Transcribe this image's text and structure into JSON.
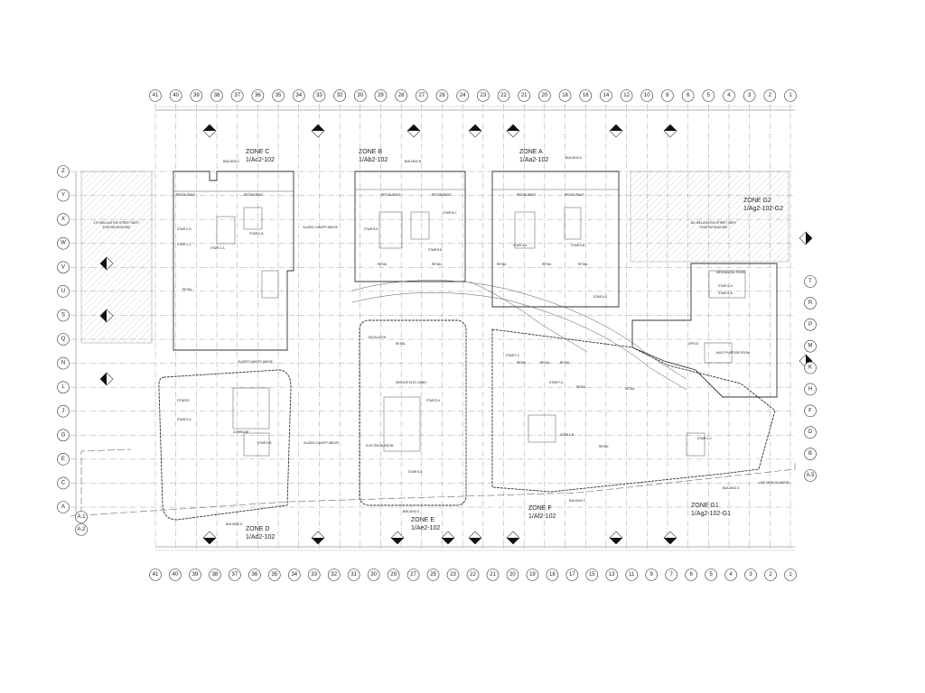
{
  "grid": {
    "columns": [
      "41",
      "40",
      "39",
      "38",
      "37",
      "36",
      "35",
      "34",
      "33",
      "32",
      "31",
      "30",
      "29",
      "28",
      "27",
      "26",
      "25",
      "24",
      "23",
      "22",
      "21",
      "20",
      "19",
      "18",
      "17",
      "16",
      "15",
      "14",
      "13",
      "12",
      "11",
      "10",
      "9",
      "8",
      "7",
      "6",
      "5",
      "4",
      "3",
      "2",
      "1"
    ],
    "top_labels": [
      "41",
      "40",
      "39",
      "38",
      "37",
      "36",
      "35",
      "34",
      "33",
      "32",
      "30",
      "29",
      "28",
      "27",
      "26",
      "24",
      "23",
      "22",
      "21",
      "20",
      "18",
      "16",
      "14",
      "12",
      "10",
      "8",
      "6",
      "5",
      "4",
      "3",
      "2",
      "1"
    ],
    "bottom_labels": [
      "41",
      "40",
      "39",
      "38",
      "37",
      "36",
      "35",
      "34",
      "33",
      "32",
      "31",
      "30",
      "29",
      "27",
      "25",
      "23",
      "22",
      "21",
      "20",
      "19",
      "18",
      "17",
      "15",
      "13",
      "11",
      "9",
      "7",
      "6",
      "5",
      "4",
      "3",
      "2",
      "1"
    ],
    "left_rows": [
      "Z",
      "Y",
      "X",
      "W",
      "V",
      "U",
      "S",
      "Q",
      "N",
      "L",
      "J",
      "G",
      "E",
      "C",
      "A"
    ],
    "right_rows": [
      "T",
      "R",
      "P",
      "M",
      "K",
      "H",
      "F",
      "D",
      "B",
      "A.5"
    ],
    "extra_left": [
      "A.1",
      "A.2"
    ]
  },
  "zones": [
    {
      "name": "ZONE C",
      "ref": "1/Ac2-102",
      "building": "BUILDING C"
    },
    {
      "name": "ZONE B",
      "ref": "1/Ab2-102",
      "building": "BUILDING B"
    },
    {
      "name": "ZONE A",
      "ref": "1/Aa2-102",
      "building": "BUILDING A"
    },
    {
      "name": "ZONE G2",
      "ref": "1/Ag2-102-G2",
      "building": ""
    },
    {
      "name": "ZONE D",
      "ref": "1/Ad2-102",
      "building": "BUILDING D"
    },
    {
      "name": "ZONE E",
      "ref": "1/Ae2-102",
      "building": "BUILDING E"
    },
    {
      "name": "ZONE F",
      "ref": "1/Af2-102",
      "building": "BUILDING F"
    },
    {
      "name": "ZONE G1",
      "ref": "1/Ag2-102-G1",
      "building": "BUILDING G"
    }
  ],
  "existing_buildings": {
    "left": [
      "470 WELLINGTON STREET WEST",
      "EXISTING BUILDING"
    ],
    "right": [
      "461 WELLINGTON STREET WEST",
      "EXISTING BUILDING"
    ]
  },
  "rooms": {
    "restaurant": "RESTAURANT",
    "retail": "RETAIL",
    "fitness": "FITNESS",
    "corridor": "CORRIDOR",
    "mechanical": "MECHANICAL ROOM",
    "electrical": "ELECTRICAL ROOM",
    "service_elev": "SERVICE ELEV LOBBY",
    "multi_purpose": "MULTI PURPOSE ROOM",
    "office": "OFFICE",
    "escalator": "ESCALATOR"
  },
  "stairs": [
    "STAIR C-D",
    "STAIR C-B",
    "STAIR C-C",
    "STAIR C-A",
    "STAIR B-A",
    "STAIR B-C",
    "STAIR B-B",
    "STAIR A-A",
    "STAIR A-B",
    "STAIR A-C",
    "STAIR G-A",
    "STAIR G-B",
    "STAIR F-A",
    "STAIR F-B",
    "STAIR F-C",
    "STAIR G-C",
    "STAIR D-A",
    "STAIR D-B",
    "STAIR E-A",
    "STAIR E-B"
  ],
  "notes": {
    "glazed_canopy": "GLAZED CANOPY ABOVE",
    "line_above": "LINE OF BLDG ABOVE"
  }
}
